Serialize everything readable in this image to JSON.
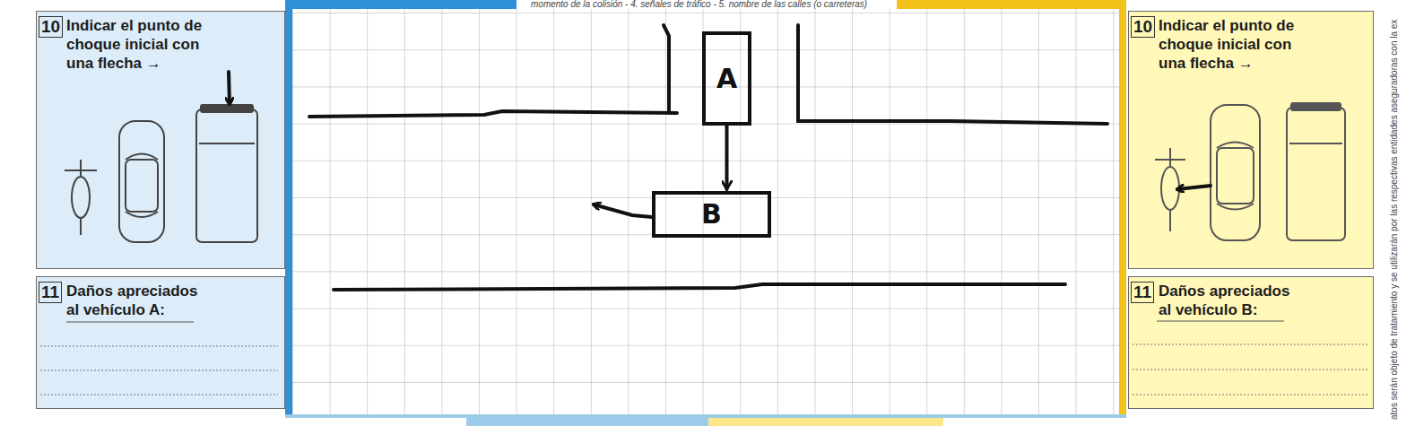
{
  "diagram": {
    "nodes": [
      {
        "text": [
          "10",
          "Indicar el punto de choque inicial con una flecha →"
        ]
      },
      {
        "text": [
          "11",
          "Daños apreciados al vehículo A:"
        ]
      },
      {
        "text": [
          "A"
        ]
      },
      {
        "text": [
          "B"
        ]
      },
      {
        "text": [
          "10",
          "Indicar el punto de choque inicial con una flecha →"
        ]
      },
      {
        "text": [
          "11",
          "Daños apreciados al vehículo B:"
        ]
      }
    ],
    "edges": [
      {
        "from": 2,
        "to": 3,
        "arrow": "to"
      }
    ],
    "labels": [
      "momento de la colisión - 4. señales de tráfico - 5. nombre de las calles (o carreteras)",
      "atos serán objeto de tratamiento y se utilizarán por las respectivas entidades aseguradoras con la ex"
    ]
  }
}
